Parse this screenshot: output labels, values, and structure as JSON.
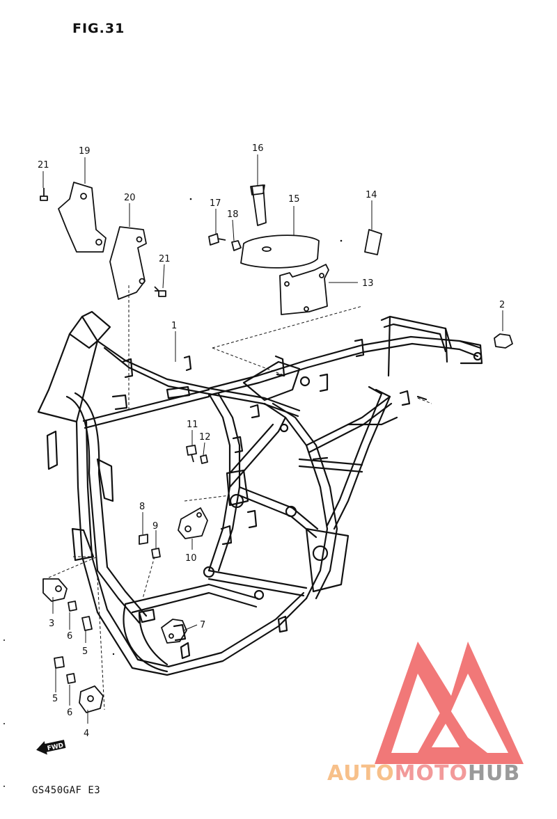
{
  "figure": {
    "title": "FIG.31",
    "model": "GS450GAF E3"
  },
  "fwd_label": "FWD",
  "callouts": [
    {
      "num": "1"
    },
    {
      "num": "2"
    },
    {
      "num": "3"
    },
    {
      "num": "4"
    },
    {
      "num": "5"
    },
    {
      "num": "5"
    },
    {
      "num": "6"
    },
    {
      "num": "6"
    },
    {
      "num": "7"
    },
    {
      "num": "8"
    },
    {
      "num": "9"
    },
    {
      "num": "10"
    },
    {
      "num": "11"
    },
    {
      "num": "12"
    },
    {
      "num": "13"
    },
    {
      "num": "14"
    },
    {
      "num": "15"
    },
    {
      "num": "16"
    },
    {
      "num": "17"
    },
    {
      "num": "18"
    },
    {
      "num": "19"
    },
    {
      "num": "20"
    },
    {
      "num": "21"
    },
    {
      "num": "21"
    }
  ],
  "watermark": {
    "part1": "AUTO",
    "part2": "MOTO",
    "part3": "HUB",
    "color_auto": "#f7c08a",
    "color_moto": "#f29a9a",
    "color_hub": "#9a9a9a",
    "color_triangle": "#f06a6a"
  }
}
